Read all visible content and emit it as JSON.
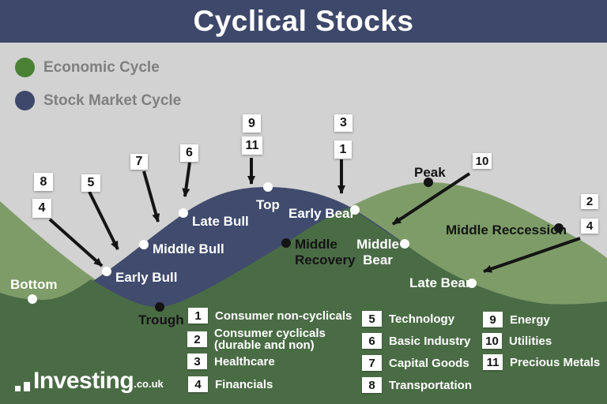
{
  "header": {
    "title": "Cyclical Stocks"
  },
  "legend": {
    "economic": {
      "label": "Economic Cycle",
      "color": "#4A8135"
    },
    "stock": {
      "label": "Stock Market Cycle",
      "color": "#3E486A"
    }
  },
  "stages": {
    "bottom": "Bottom",
    "early_bull": "Early Bull",
    "middle_bull": "Middle Bull",
    "late_bull": "Late Bull",
    "top": "Top",
    "early_bear": "Early Bear",
    "middle_bear": "Middle\nBear",
    "late_bear": "Late Bear",
    "trough": "Trough",
    "middle_recovery": "Middle\nRecovery",
    "peak": "Peak",
    "middle_recession": "Middle Reccession"
  },
  "callouts": {
    "c8": "8",
    "c4l": "4",
    "c5": "5",
    "c7": "7",
    "c6": "6",
    "c9": "9",
    "c11": "11",
    "c3": "3",
    "c1": "1",
    "c10": "10",
    "c2r": "2",
    "c4r": "4"
  },
  "sectors": {
    "items": [
      {
        "num": "1",
        "label": "Consumer non-cyclicals"
      },
      {
        "num": "2",
        "label": "Consumer cyclicals\n(durable and non)"
      },
      {
        "num": "3",
        "label": "Healthcare"
      },
      {
        "num": "4",
        "label": "Financials"
      },
      {
        "num": "5",
        "label": "Technology"
      },
      {
        "num": "6",
        "label": "Basic Industry"
      },
      {
        "num": "7",
        "label": "Capital Goods"
      },
      {
        "num": "8",
        "label": "Transportation"
      },
      {
        "num": "9",
        "label": "Energy"
      },
      {
        "num": "10",
        "label": "Utilities"
      },
      {
        "num": "11",
        "label": "Precious Metals"
      }
    ]
  },
  "logo": {
    "text": "Investing",
    "suffix": ".co.uk"
  },
  "colors": {
    "background": "#D2D2D2",
    "header_bar": "#3E486A",
    "economic_fill": "#7E9C68",
    "stock_fill": "#404B6D",
    "overlap_fill": "#4A6C45",
    "white_dot": "#FFFFFF",
    "black_dot": "#141414",
    "arrow": "#141414"
  },
  "chart_data": {
    "type": "area",
    "title": "Cyclical Stocks",
    "series": [
      {
        "name": "Economic Cycle",
        "stage_points": [
          "Trough",
          "Middle Recovery",
          "Peak",
          "Middle Reccession"
        ]
      },
      {
        "name": "Stock Market Cycle",
        "stage_points": [
          "Bottom",
          "Early Bull",
          "Middle Bull",
          "Late Bull",
          "Top",
          "Early Bear",
          "Middle Bear",
          "Late Bear"
        ]
      }
    ],
    "sector_timing": [
      {
        "stage": "Early Bull",
        "sectors": [
          "8",
          "4"
        ]
      },
      {
        "stage": "Middle Bull",
        "sectors": [
          "5",
          "7"
        ]
      },
      {
        "stage": "Late Bull",
        "sectors": [
          "6"
        ]
      },
      {
        "stage": "Top",
        "sectors": [
          "9",
          "11"
        ]
      },
      {
        "stage": "Early Bear",
        "sectors": [
          "3",
          "1"
        ]
      },
      {
        "stage": "Middle Bear",
        "sectors": [
          "10"
        ]
      },
      {
        "stage": "Late Bear",
        "sectors": [
          "2",
          "4"
        ]
      }
    ],
    "legend_position": "top-left",
    "grid": false
  }
}
